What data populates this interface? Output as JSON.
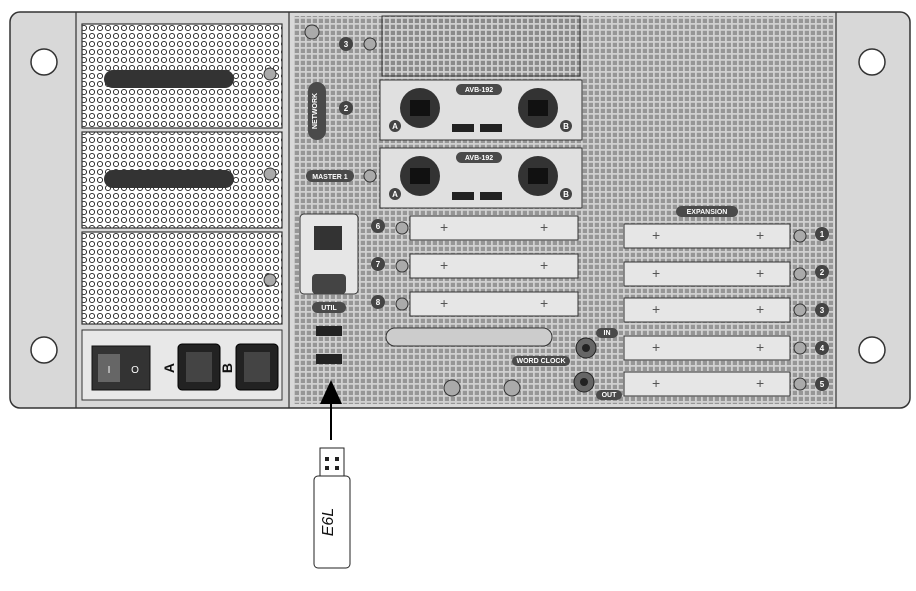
{
  "network": {
    "label": "NETWORK",
    "master_label": "MASTER 1",
    "slot_number": "2",
    "top_slot_number": "3",
    "cards": [
      {
        "name": "AVB-192",
        "port_a": "A",
        "port_b": "B"
      },
      {
        "name": "AVB-192",
        "port_a": "A",
        "port_b": "B"
      }
    ]
  },
  "util": {
    "label": "UTIL"
  },
  "local_slots": [
    "6",
    "7",
    "8"
  ],
  "expansion": {
    "label": "EXPANSION",
    "slots": [
      "1",
      "2",
      "3",
      "4",
      "5"
    ]
  },
  "word_clock": {
    "label": "WORD CLOCK",
    "in_label": "IN",
    "out_label": "OUT"
  },
  "power": {
    "inlet_a": "A",
    "inlet_b": "B",
    "switch_on": "I",
    "switch_off": "O"
  },
  "usb_stick": {
    "label": "E6L"
  },
  "colors": {
    "panel": "#d8d8d8",
    "dark": "#3a3a3a",
    "pill": "#4a4a4a"
  }
}
